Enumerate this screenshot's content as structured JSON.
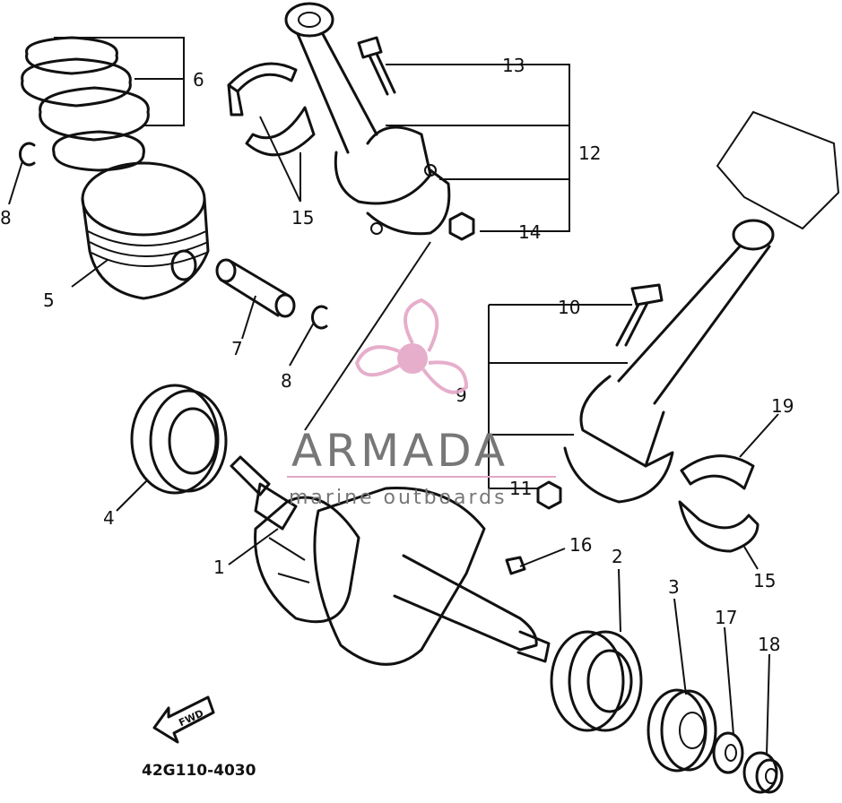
{
  "diagram": {
    "part_code": "42G110-4030",
    "fwd_label": "FWD",
    "callouts": [
      "1",
      "2",
      "3",
      "4",
      "5",
      "6",
      "7",
      "8",
      "8",
      "9",
      "10",
      "11",
      "12",
      "13",
      "14",
      "15",
      "15",
      "16",
      "17",
      "18",
      "19"
    ]
  },
  "watermark": {
    "title": "ARMADA",
    "subtitle": "marine outboards",
    "color": "#e4a6c6"
  }
}
